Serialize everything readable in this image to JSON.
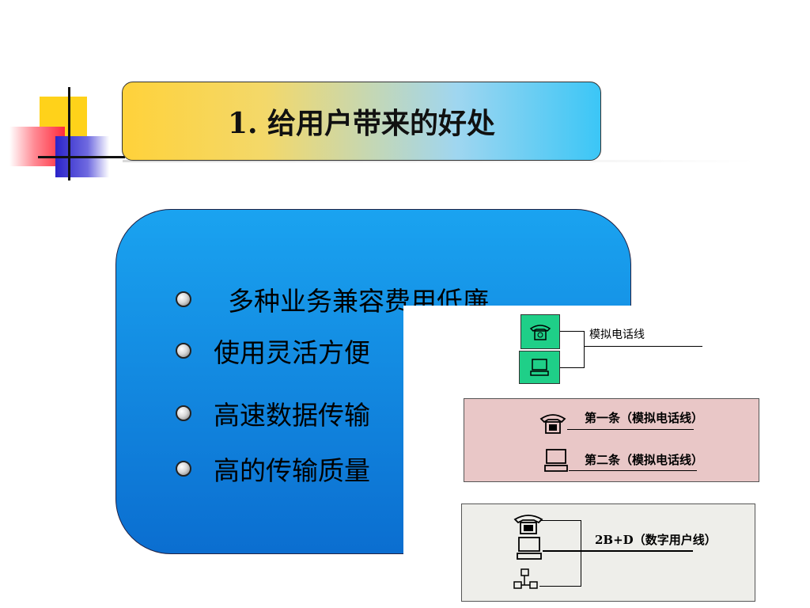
{
  "title": "1. 给用户带来的好处",
  "bullets": [
    "多种业务兼容费用低廉",
    "使用灵活方便",
    "高速数据传输",
    "高的传输质量"
  ],
  "diagram": {
    "analog_line_label": "模拟电话线",
    "first_line_label": "第一条（模拟电话线）",
    "second_line_label": "第二条（模拟电话线）",
    "digital_line_label": "2B+D（数字用户线）"
  },
  "icons": [
    "telephone-icon",
    "computer-terminal-icon",
    "network-device-icon"
  ],
  "colors": {
    "title_gradient_start": "#ffd23a",
    "title_gradient_end": "#3bc6f6",
    "panel_blue": "#0b6ed0",
    "panel_blue_light": "#1aa3f0",
    "phone_box_green": "#1fcf88",
    "pink_box": "#e9c7c7",
    "gray_box": "#eeeeea"
  }
}
